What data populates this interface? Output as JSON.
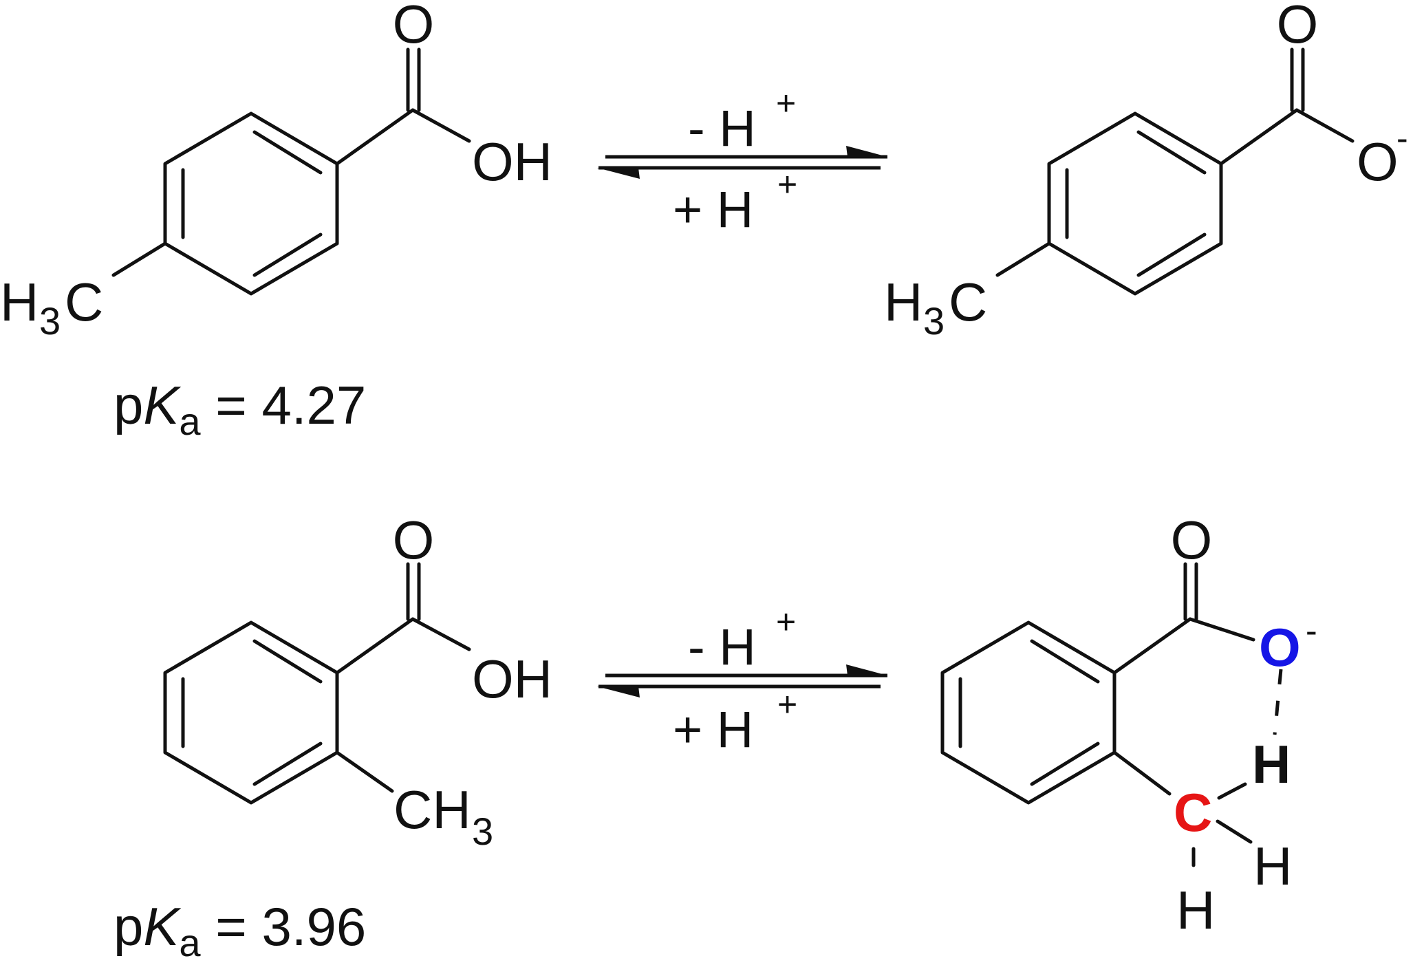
{
  "labels": {
    "O": "O",
    "OH": "OH",
    "O_minus": "O",
    "minus": "-",
    "H3C_H": "H",
    "H3C_3": "3",
    "H3C_C": "C",
    "CH3_CH": "CH",
    "CH3_3": "3",
    "C": "C",
    "H": "H"
  },
  "reaction": {
    "forward_label": "- H",
    "reverse_label": "+ H",
    "superscript": "+"
  },
  "pka": {
    "p": "p",
    "K": "K",
    "a": "a",
    "para_value": " = 4.27",
    "ortho_value": " = 3.96"
  },
  "colors": {
    "ink": "#111111",
    "oxygen_highlight": "#1515e6",
    "carbon_highlight": "#e61515"
  }
}
